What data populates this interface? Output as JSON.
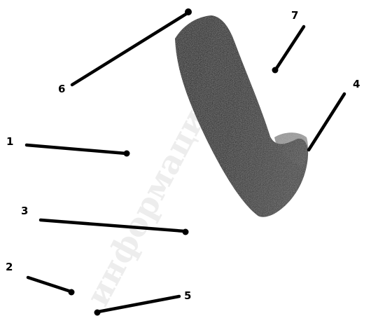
{
  "watermark": {
    "text": "информацио"
  },
  "callouts": [
    {
      "id": "1",
      "label": "1"
    },
    {
      "id": "2",
      "label": "2"
    },
    {
      "id": "3",
      "label": "3"
    },
    {
      "id": "4",
      "label": "4"
    },
    {
      "id": "5",
      "label": "5"
    },
    {
      "id": "6",
      "label": "6"
    },
    {
      "id": "7",
      "label": "7"
    }
  ],
  "colors": {
    "background": "#ffffff",
    "ink": "#000000",
    "tissue_dark": "#1a1a1a",
    "tissue_mid": "#3c3c3c"
  }
}
